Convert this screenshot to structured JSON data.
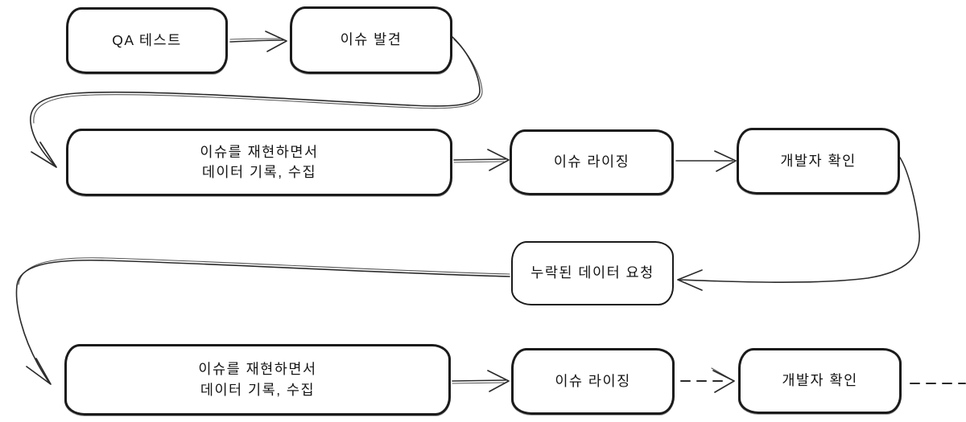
{
  "diagram": {
    "type": "flowchart",
    "style": "hand-drawn",
    "background_color": "#ffffff",
    "node_border_color": "#1b1b1b",
    "edge_color": "#2b2b2b",
    "nodes": [
      {
        "id": "qa-test",
        "label": "QA 테스트"
      },
      {
        "id": "issue-found",
        "label": "이슈 발견"
      },
      {
        "id": "reproduce-and-collect-1",
        "label": "이슈를 재현하면서\n데이터 기록, 수집"
      },
      {
        "id": "issue-raising-1",
        "label": "이슈 라이징"
      },
      {
        "id": "developer-check-1",
        "label": "개발자 확인"
      },
      {
        "id": "missing-data-request",
        "label": "누락된 데이터 요청"
      },
      {
        "id": "reproduce-and-collect-2",
        "label": "이슈를 재현하면서\n데이터 기록, 수집"
      },
      {
        "id": "issue-raising-2",
        "label": "이슈 라이징"
      },
      {
        "id": "developer-check-2",
        "label": "개발자 확인"
      }
    ],
    "edges": [
      {
        "from": "qa-test",
        "to": "issue-found",
        "style": "solid-arrow"
      },
      {
        "from": "issue-found",
        "to": "reproduce-and-collect-1",
        "style": "curved-arrow"
      },
      {
        "from": "reproduce-and-collect-1",
        "to": "issue-raising-1",
        "style": "solid-arrow"
      },
      {
        "from": "issue-raising-1",
        "to": "developer-check-1",
        "style": "solid-arrow"
      },
      {
        "from": "developer-check-1",
        "to": "missing-data-request",
        "style": "curved-arrow"
      },
      {
        "from": "missing-data-request",
        "to": "reproduce-and-collect-2",
        "style": "curved-arrow"
      },
      {
        "from": "reproduce-and-collect-2",
        "to": "issue-raising-2",
        "style": "solid-arrow"
      },
      {
        "from": "issue-raising-2",
        "to": "developer-check-2",
        "style": "dashed-arrow"
      },
      {
        "from": "developer-check-2",
        "to": "offscreen-right",
        "style": "dashed-line"
      }
    ]
  }
}
